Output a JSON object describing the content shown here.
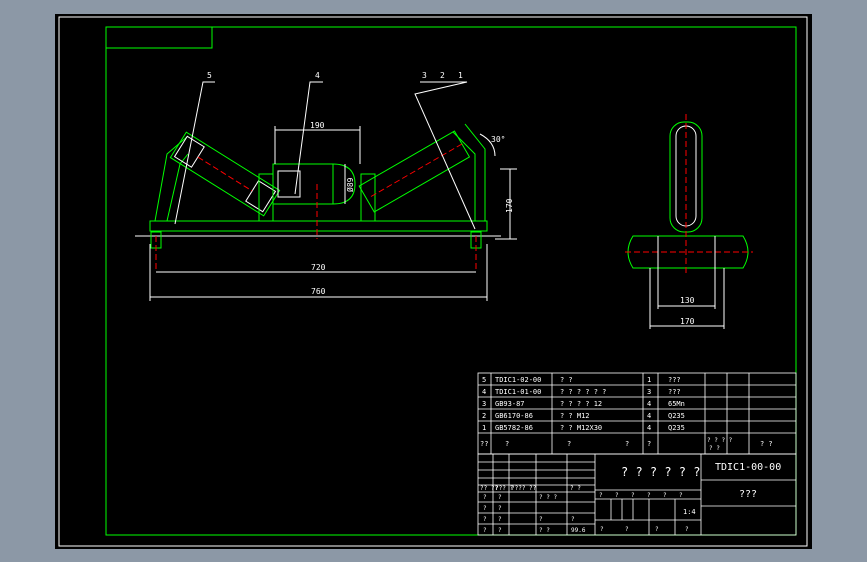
{
  "colors": {
    "background": "#8c98a6",
    "viewport": "#000000",
    "frame": "#ffffff",
    "outline": "#00ff00",
    "dimension": "#ffffff",
    "text_green": "#00ff00",
    "text_cyan": "#00ffff",
    "center_line": "#ff0000",
    "hatch": "#00ffff"
  },
  "front_view": {
    "callouts": [
      "5",
      "4",
      "3",
      "2",
      "1"
    ],
    "dimensions": {
      "roller_length": "190",
      "angle": "30°",
      "roller_dia": "Ø89",
      "height": "170",
      "bolt_span": "720",
      "overall": "760"
    }
  },
  "side_view": {
    "dimensions": {
      "inner": "130",
      "outer": "170"
    }
  },
  "bom": {
    "rows": [
      {
        "no": "5",
        "code": "TDIC1-02-00",
        "name": "? ?",
        "qty": "1",
        "material": "???"
      },
      {
        "no": "4",
        "code": "TDIC1-01-00",
        "name": "? ? ? ? ? ?",
        "qty": "3",
        "material": "???"
      },
      {
        "no": "3",
        "code": "GB93-87",
        "name": "? ? ? ?   12",
        "qty": "4",
        "material": "65Mn"
      },
      {
        "no": "2",
        "code": "GB6170-86",
        "name": "? ?   M12",
        "qty": "4",
        "material": "Q235"
      },
      {
        "no": "1",
        "code": "GB5782-86",
        "name": "? ?   M12X30",
        "qty": "4",
        "material": "Q235"
      }
    ],
    "header": {
      "no": "??",
      "code": "?",
      "name": "?",
      "qty": "?",
      "material": "?",
      "extra1": "? ? ? ?",
      "extra2": "? ?",
      "remark": "? ?"
    }
  },
  "title_block": {
    "drawing_number": "TDIC1-00-00",
    "drawing_title": "? ? ? ? ? ?",
    "company": "???",
    "scale": "1:4",
    "weight": "99.6",
    "rev_labels": [
      "?? ??",
      "??? ?",
      "???? ??",
      "? ?"
    ],
    "sign_rows": [
      [
        "?",
        "?",
        "",
        "? ? ?",
        ""
      ],
      [
        "?",
        "?",
        "",
        "",
        ""
      ],
      [
        "?",
        "?",
        "",
        "?",
        "?"
      ],
      [
        "?",
        "?",
        "",
        "? ?",
        "99.6"
      ]
    ],
    "stage_labels": [
      "?",
      "?",
      "?",
      "?",
      "?",
      "?"
    ],
    "sheet_labels": [
      "?",
      "?",
      "?",
      "?"
    ]
  }
}
